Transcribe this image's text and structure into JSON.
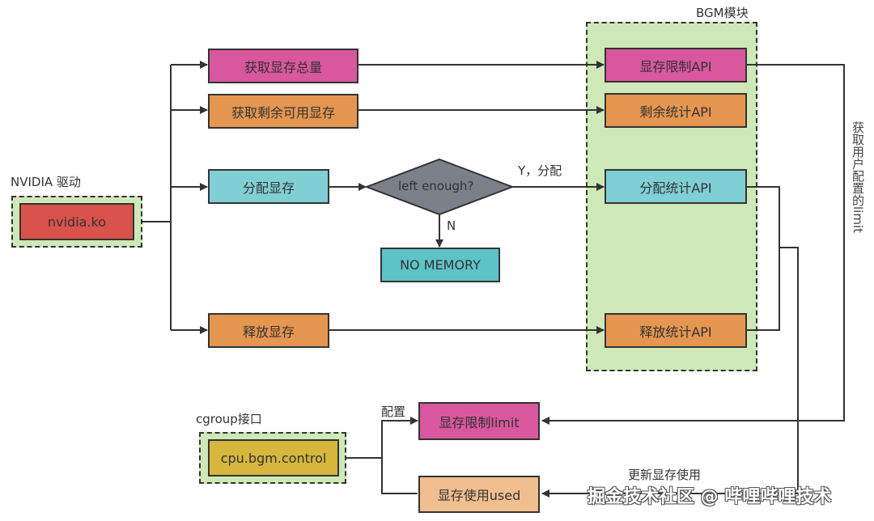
{
  "groups": {
    "nvidia": {
      "title": "NVIDIA 驱动",
      "node": "nvidia.ko"
    },
    "bgm": {
      "title": "BGM模块"
    },
    "cgroup": {
      "title": "cgroup接口",
      "node": "cpu.bgm.control"
    }
  },
  "nodes": {
    "get_total": "获取显存总量",
    "get_free": "获取剩余可用显存",
    "alloc": "分配显存",
    "release": "释放显存",
    "decision": "left  enough?",
    "no_memory": "NO MEMORY",
    "api_limit": "显存限制API",
    "api_free": "剩余统计API",
    "api_alloc": "分配统计API",
    "api_release": "释放统计API",
    "limit": "显存限制limit",
    "used": "显存使用used"
  },
  "edge_labels": {
    "yes": "Y，分配",
    "no": "N",
    "config": "配置",
    "get_limit": "获取用户配置的limit",
    "update_used": "更新显存使用"
  },
  "watermark": "掘金技术社区 @ 哔哩哔哩技术",
  "colors": {
    "pink": "#d8579e",
    "orange": "#e59650",
    "cyan": "#7fcfd4",
    "red": "#d9524b",
    "yellow": "#d6b63d",
    "peach": "#f1be8f",
    "group_bg": "#cfe8b8",
    "diamond": "#7b808a"
  }
}
